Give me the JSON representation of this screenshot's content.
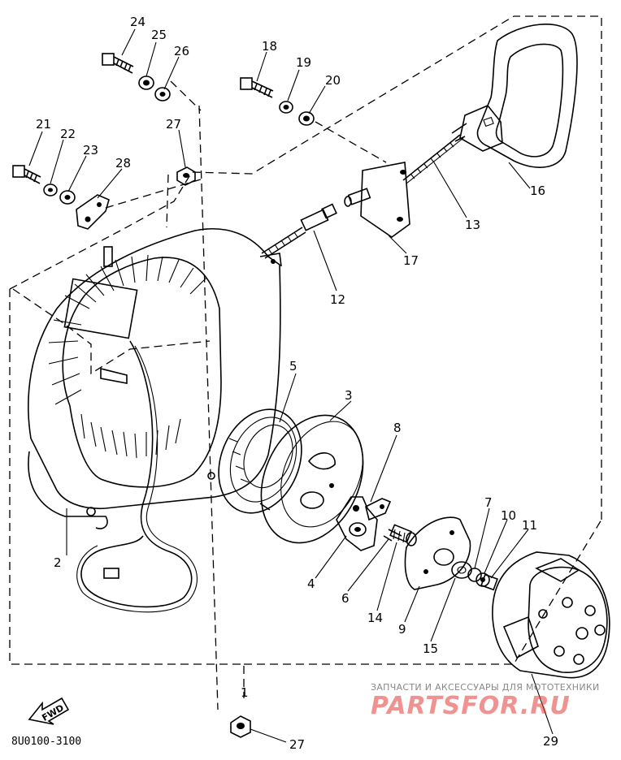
{
  "diagram": {
    "drawing_code": "8U0100-3100",
    "direction_label": "FWD",
    "watermark": {
      "caption": "ЗАПЧАСТИ И АКСЕССУАРЫ ДЛЯ МОТОТЕХНИКИ",
      "brand": "PARTSFOR.RU"
    },
    "callouts": [
      "24",
      "25",
      "26",
      "18",
      "19",
      "20",
      "21",
      "22",
      "23",
      "28",
      "27",
      "16",
      "13",
      "17",
      "12",
      "5",
      "3",
      "8",
      "2",
      "4",
      "6",
      "14",
      "9",
      "15",
      "7",
      "10",
      "11",
      "29",
      "1",
      "27"
    ]
  }
}
